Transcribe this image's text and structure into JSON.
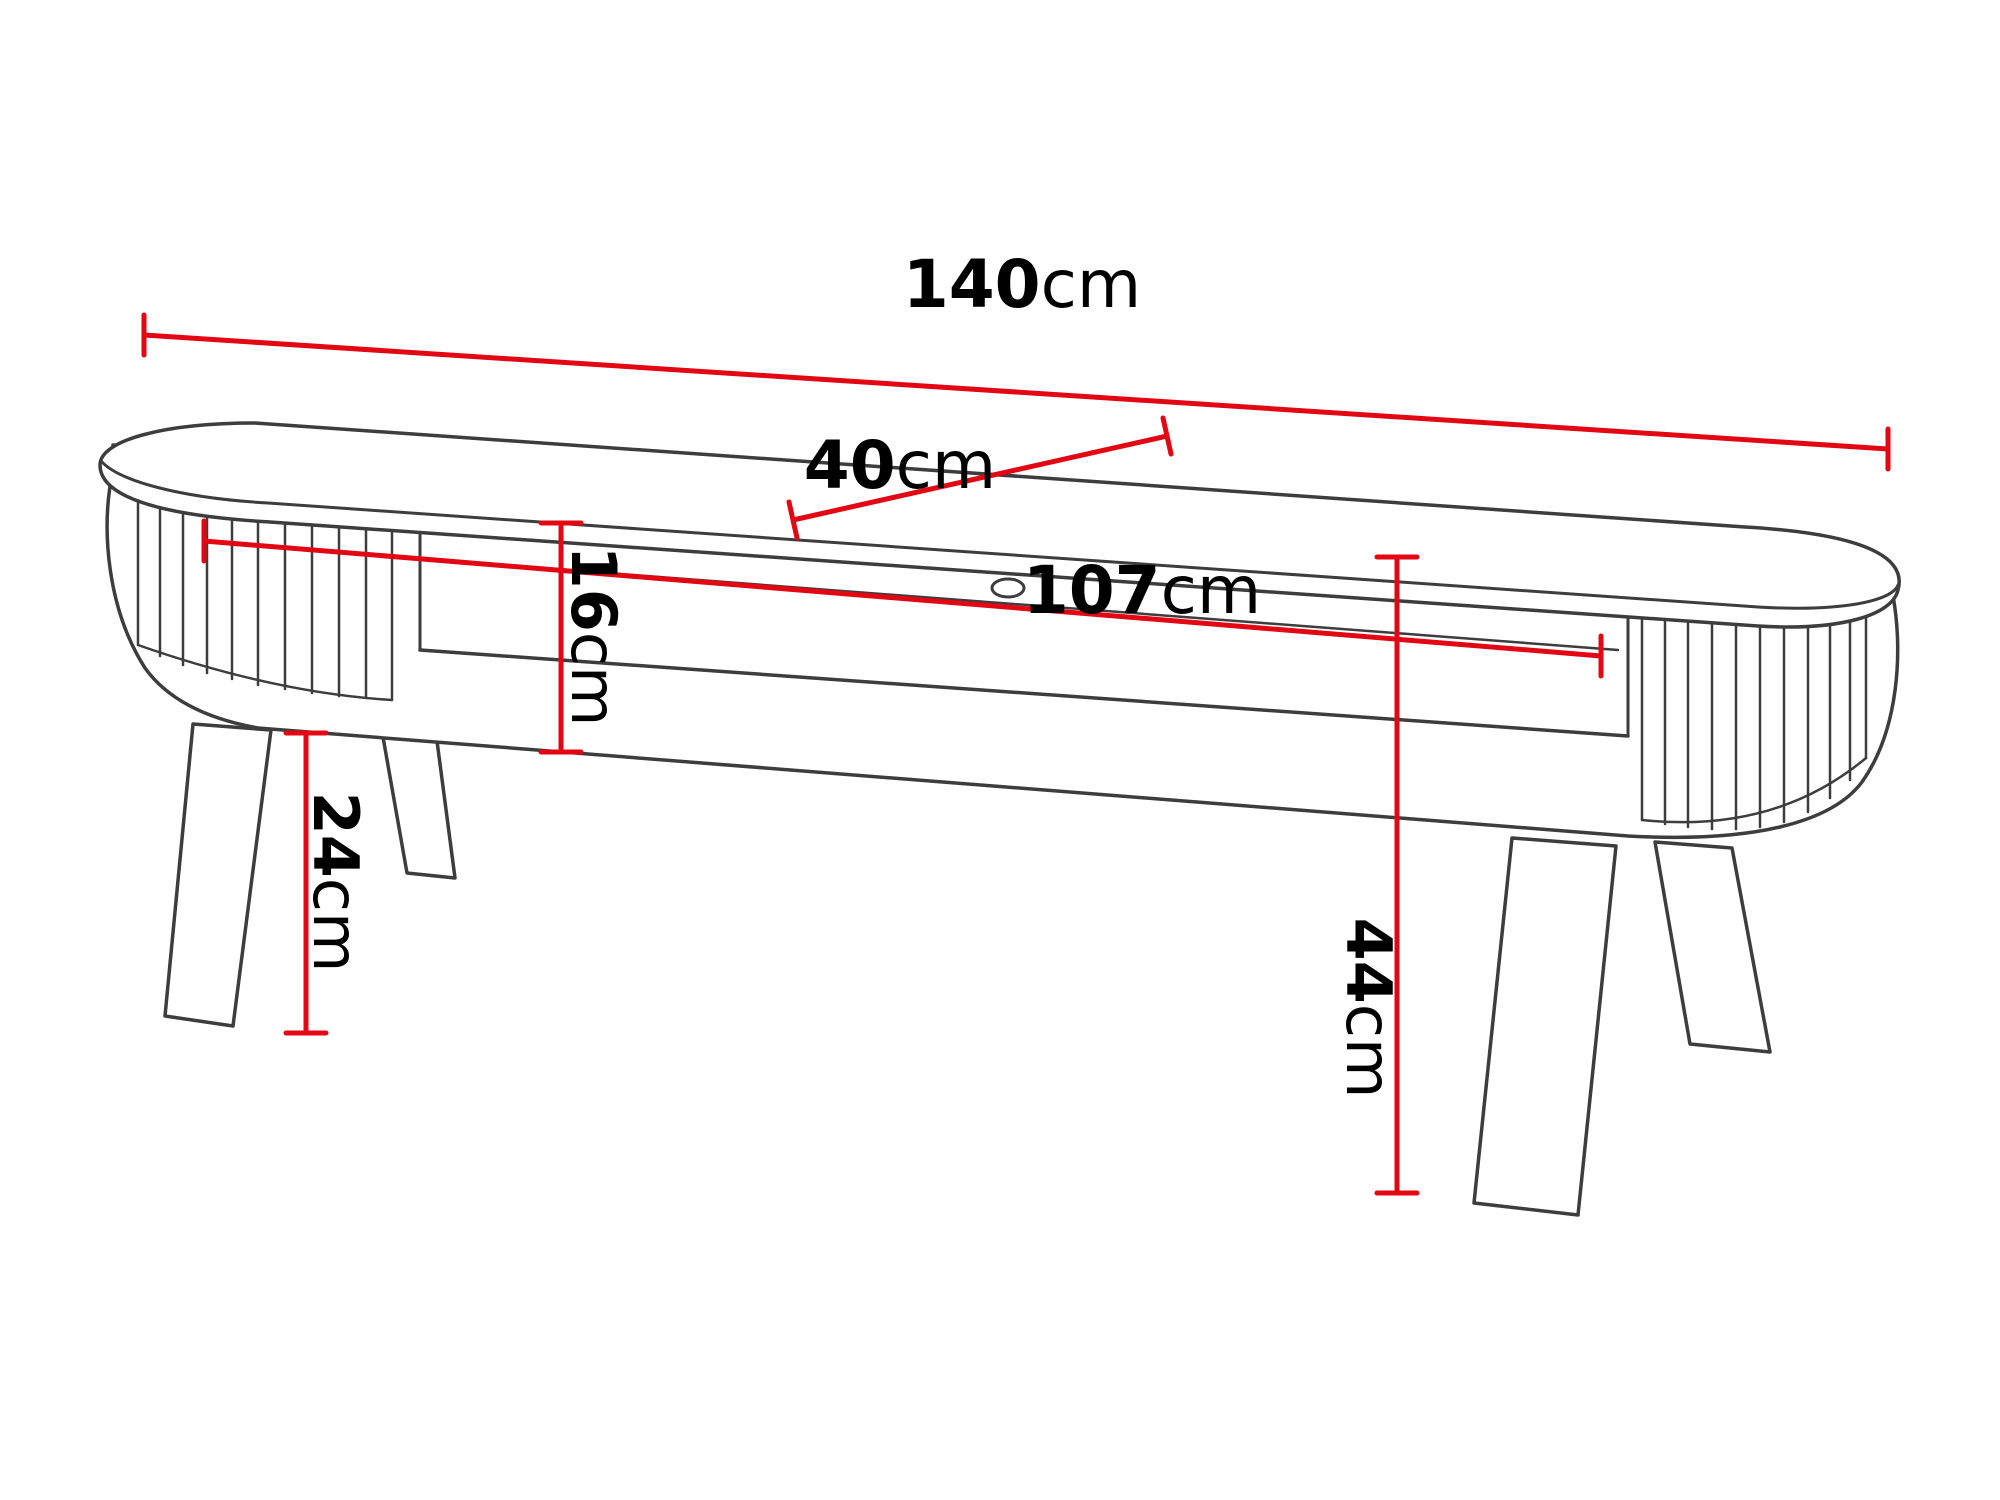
{
  "colors": {
    "background": "#ffffff",
    "outline": "#3d3d3d",
    "dimension": "#e30613",
    "text": "#000000"
  },
  "dimensions": {
    "width": {
      "value": "140",
      "unit": "cm"
    },
    "depth": {
      "value": "40",
      "unit": "cm"
    },
    "drawer_width": {
      "value": "107",
      "unit": "cm"
    },
    "body_height": {
      "value": "16",
      "unit": "cm"
    },
    "leg_height": {
      "value": "24",
      "unit": "cm"
    },
    "total_height": {
      "value": "44",
      "unit": "cm"
    }
  }
}
